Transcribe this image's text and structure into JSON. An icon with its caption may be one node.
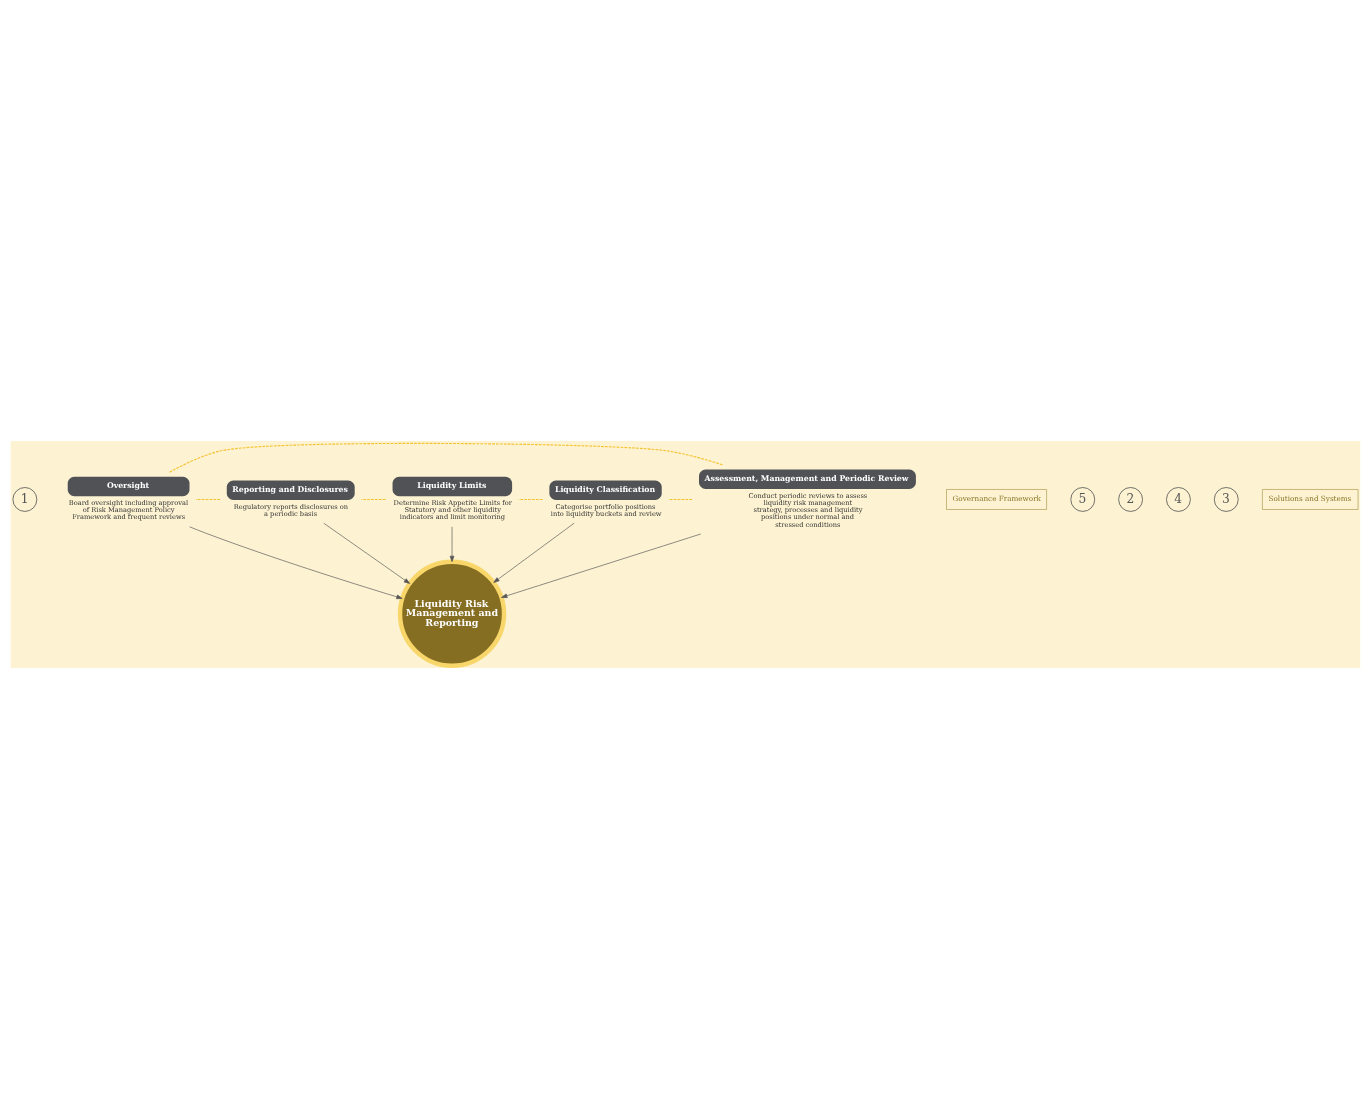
{
  "diagram": {
    "nodes": [
      {
        "text": [
          "1"
        ]
      },
      {
        "text": [
          "Oversight"
        ],
        "beside": [
          "Board oversight including approval of Risk Management Policy Framework and frequent reviews"
        ]
      },
      {
        "text": [
          "Governance Framework"
        ]
      },
      {
        "text": [
          "5"
        ]
      },
      {
        "text": [
          "Reporting and Disclosures"
        ],
        "beside": [
          "Regulatory reports disclosures on a periodic basis"
        ]
      },
      {
        "text": [
          "2"
        ]
      },
      {
        "text": [
          "Assessment, Management and Periodic Review"
        ],
        "beside": [
          "Conduct periodic reviews to assess liquidity risk management strategy, processes and liquidity positions under normal and stressed conditions"
        ]
      },
      {
        "text": [
          "Liquidity Risk Management and Reporting"
        ]
      },
      {
        "text": [
          "4"
        ]
      },
      {
        "text": [
          "Liquidity Limits"
        ],
        "beside": [
          "Determine Risk Appetite Limits for Statutory and other liquidity indicators and limit monitoring"
        ]
      },
      {
        "text": [
          "3"
        ]
      },
      {
        "text": [
          "Liquidity Classification"
        ],
        "beside": [
          "Categorise portfolio positions into liquidity buckets and review"
        ]
      },
      {
        "text": [
          "Solutions and Systems"
        ]
      }
    ],
    "edges": [
      {
        "from": 1,
        "to": 7,
        "arrow": "to"
      },
      {
        "from": 6,
        "to": 7,
        "arrow": "to"
      },
      {
        "from": 11,
        "to": 7,
        "arrow": "to"
      },
      {
        "from": 9,
        "to": 7,
        "arrow": "to"
      },
      {
        "from": 4,
        "to": 7,
        "arrow": "to"
      },
      {
        "from": 1,
        "to": 6,
        "arrow": "none",
        "style": "dashed",
        "color": "#f5c12e"
      },
      {
        "from": 6,
        "to": 11,
        "arrow": "none",
        "style": "dashed",
        "color": "#f5c12e"
      },
      {
        "from": 11,
        "to": 9,
        "arrow": "none",
        "style": "dashed",
        "color": "#f5c12e"
      },
      {
        "from": 9,
        "to": 4,
        "arrow": "none",
        "style": "dashed",
        "color": "#f5c12e"
      },
      {
        "from": 4,
        "to": 1,
        "arrow": "none",
        "style": "dashed",
        "color": "#f5c12e"
      }
    ]
  }
}
